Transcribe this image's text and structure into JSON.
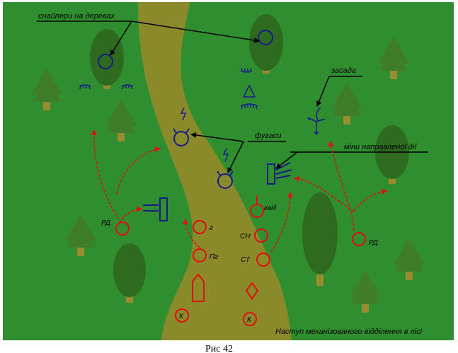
{
  "labels": {
    "snipers": "снайпери на деревах",
    "ambush": "засада",
    "fougasses": "фугаси",
    "directional_mines": "міни направленої дії",
    "rd_left": "РД",
    "rd_right": "РД",
    "g": "г",
    "pg": "Пг",
    "kvid": "квід",
    "sn": "СН",
    "st": "СТ",
    "k_left": "К",
    "k_right": "К",
    "title": "Наступ механізованого відділення в лісі",
    "caption": "Рис 42"
  },
  "colors": {
    "grass": "#2f8f2f",
    "road": "#8a8a2a",
    "tree_dark": "#2e6b1e",
    "tree_light": "#3f7d2a",
    "trunk": "#9a8a30",
    "enemy": "#1a1a8c",
    "friendly": "#e01010"
  },
  "icons": [
    "tree-icon",
    "sniper-circle-icon",
    "mine-icon",
    "ambush-icon",
    "directional-mine-icon",
    "soldier-circle-icon",
    "vehicle-icon",
    "diamond-icon"
  ]
}
